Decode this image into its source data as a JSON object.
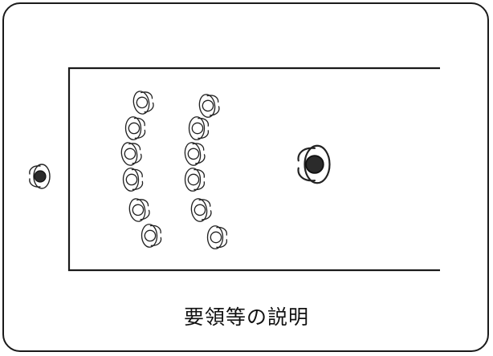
{
  "caption": "要領等の説明",
  "figures": {
    "observer": {
      "role": "observer-left",
      "head": "dark"
    },
    "instructor": {
      "role": "instructor",
      "head": "dark"
    },
    "students_left_column": 6,
    "students_right_column": 6
  }
}
